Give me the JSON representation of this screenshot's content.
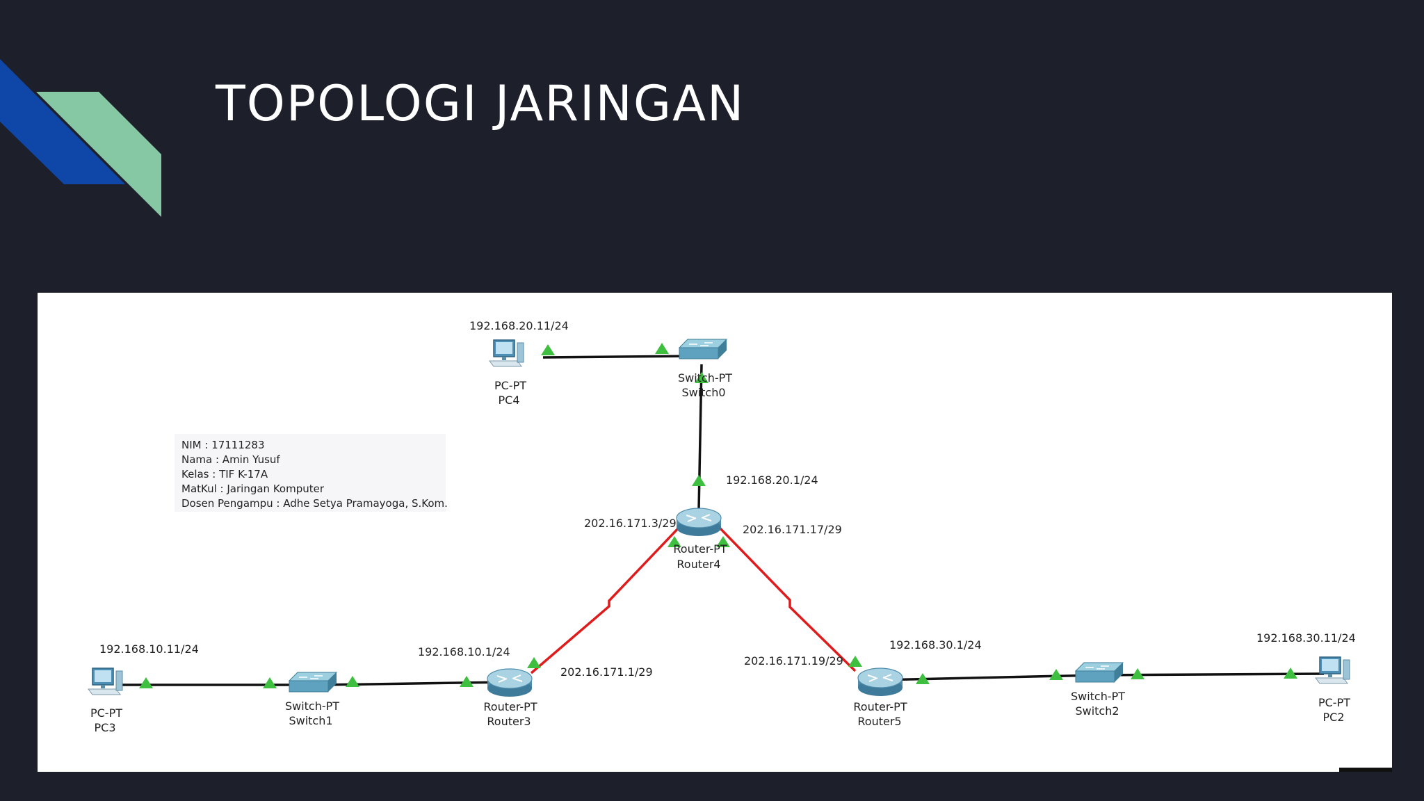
{
  "slide": {
    "title": "TOPOLOGI JARINGAN",
    "colors": {
      "background": "#1d1f2b",
      "accent_blue": "#0e47a8",
      "accent_green": "#86c8a3"
    }
  },
  "info_box": {
    "lines": [
      "NIM : 17111283",
      "Nama : Amin Yusuf",
      "Kelas : TIF K-17A",
      "MatKul : Jaringan Komputer",
      "Dosen Pengampu : Adhe Setya Pramayoga, S.Kom."
    ]
  },
  "devices": {
    "pc4": {
      "type": "PC-PT",
      "name": "PC4"
    },
    "switch0": {
      "type": "Switch-PT",
      "name": "Switch0"
    },
    "router4": {
      "type": "Router-PT",
      "name": "Router4"
    },
    "router3": {
      "type": "Router-PT",
      "name": "Router3"
    },
    "router5": {
      "type": "Router-PT",
      "name": "Router5"
    },
    "switch1": {
      "type": "Switch-PT",
      "name": "Switch1"
    },
    "switch2": {
      "type": "Switch-PT",
      "name": "Switch2"
    },
    "pc3": {
      "type": "PC-PT",
      "name": "PC3"
    },
    "pc2": {
      "type": "PC-PT",
      "name": "PC2"
    }
  },
  "ip_labels": {
    "pc4": "192.168.20.11/24",
    "router4_lan": "192.168.20.1/24",
    "router4_left": "202.16.171.3/29",
    "router4_right": "202.16.171.17/29",
    "pc3": "192.168.10.11/24",
    "router3_lan": "192.168.10.1/24",
    "router3_wan": "202.16.171.1/29",
    "router5_wan": "202.16.171.19/29",
    "router5_lan": "192.168.30.1/24",
    "pc2": "192.168.30.11/24"
  },
  "links": {
    "ethernet_color": "#111111",
    "serial_color": "#e01b1b",
    "port_indicator_color": "#3fbf3f"
  }
}
